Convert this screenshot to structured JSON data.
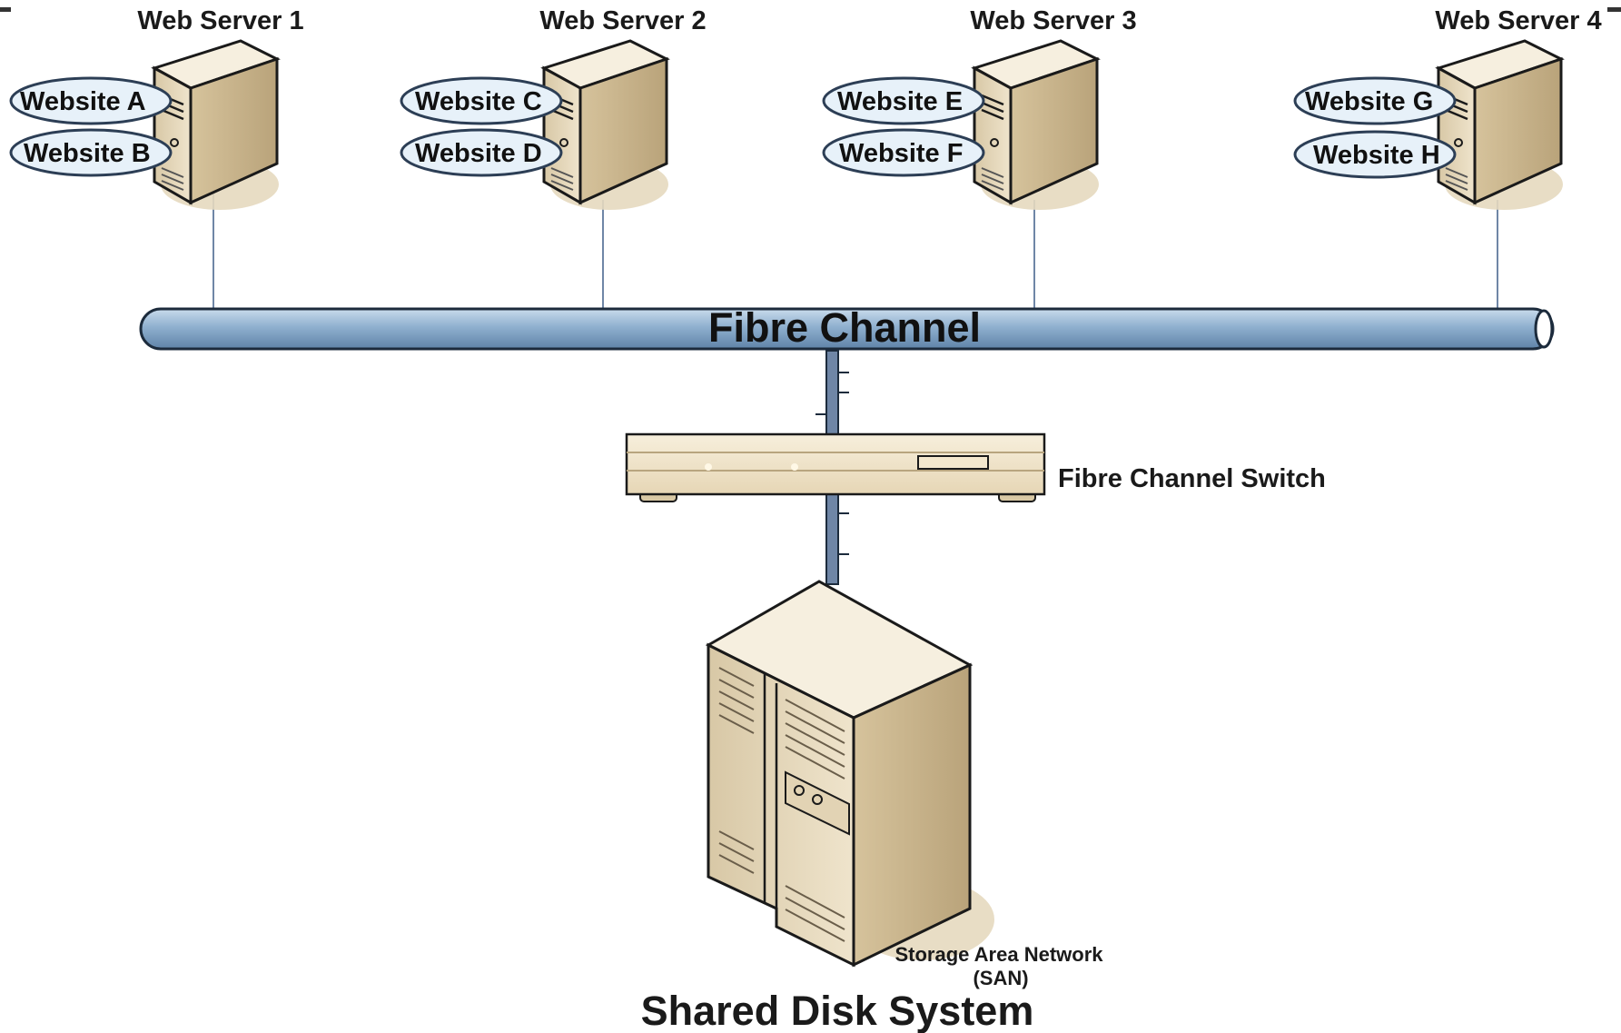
{
  "servers": [
    {
      "title": "Web Server 1",
      "sites": [
        "Website A",
        "Website B"
      ]
    },
    {
      "title": "Web Server 2",
      "sites": [
        "Website C",
        "Website D"
      ]
    },
    {
      "title": "Web Server 3",
      "sites": [
        "Website E",
        "Website F"
      ]
    },
    {
      "title": "Web Server 4",
      "sites": [
        "Website G",
        "Website H"
      ]
    }
  ],
  "bus": {
    "label": "Fibre Channel"
  },
  "switch": {
    "label": "Fibre Channel Switch"
  },
  "storage": {
    "label_line1": "Storage Area Network",
    "label_line2": "(SAN)",
    "title": "Shared Disk System"
  },
  "colors": {
    "server_front": "#e9dcc0",
    "server_side": "#c7b48c",
    "server_top": "#f6efdf",
    "shadow": "#e6d9bf",
    "bubble_fill": "#e7f1f9",
    "bubble_stroke": "#2c3e55",
    "bus_fill": "#8fb0cf",
    "bus_stroke": "#1c2b3c",
    "connector": "#6f86a6"
  }
}
